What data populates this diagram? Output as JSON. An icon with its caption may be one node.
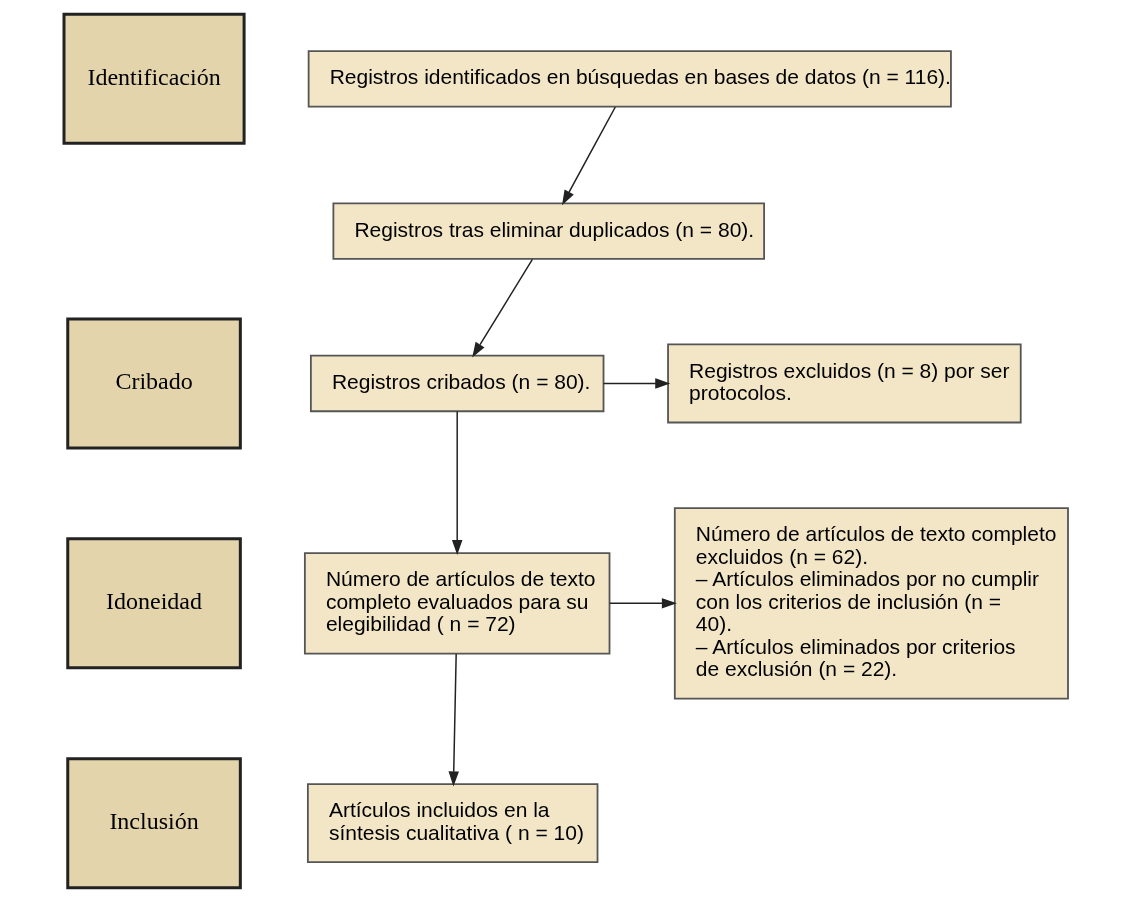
{
  "diagram": {
    "nodes": [
      {
        "text": [
          "Identificación"
        ]
      },
      {
        "text": [
          "Registros identificados en búsquedas en bases de datos (n = 116)."
        ]
      },
      {
        "text": [
          "Registros tras eliminar duplicados (n = 80)."
        ]
      },
      {
        "text": [
          "Cribado"
        ]
      },
      {
        "text": [
          "Registros cribados (n = 80)."
        ]
      },
      {
        "text": [
          "Registros excluidos (n = 8) por ser protocolos."
        ]
      },
      {
        "text": [
          "Idoneidad"
        ]
      },
      {
        "text": [
          "Número de artículos de texto completo evaluados para su elegibilidad ( n = 72)"
        ]
      },
      {
        "text": [
          "Número de artículos de texto completo excluidos (n = 62).",
          "– Artículos eliminados por no cumplir con los criterios de inclusión (n = 40).",
          "– Artículos eliminados por criterios de exclusión (n = 22)."
        ]
      },
      {
        "text": [
          "Inclusión"
        ]
      },
      {
        "text": [
          "Artículos incluidos en la síntesis cualitativa ( n = 10)"
        ]
      }
    ],
    "edges": [
      {
        "from": 1,
        "to": 2,
        "arrow": "to"
      },
      {
        "from": 2,
        "to": 4,
        "arrow": "to"
      },
      {
        "from": 4,
        "to": 5,
        "arrow": "to"
      },
      {
        "from": 4,
        "to": 7,
        "arrow": "to"
      },
      {
        "from": 7,
        "to": 8,
        "arrow": "to"
      },
      {
        "from": 7,
        "to": 10,
        "arrow": "to"
      }
    ]
  }
}
